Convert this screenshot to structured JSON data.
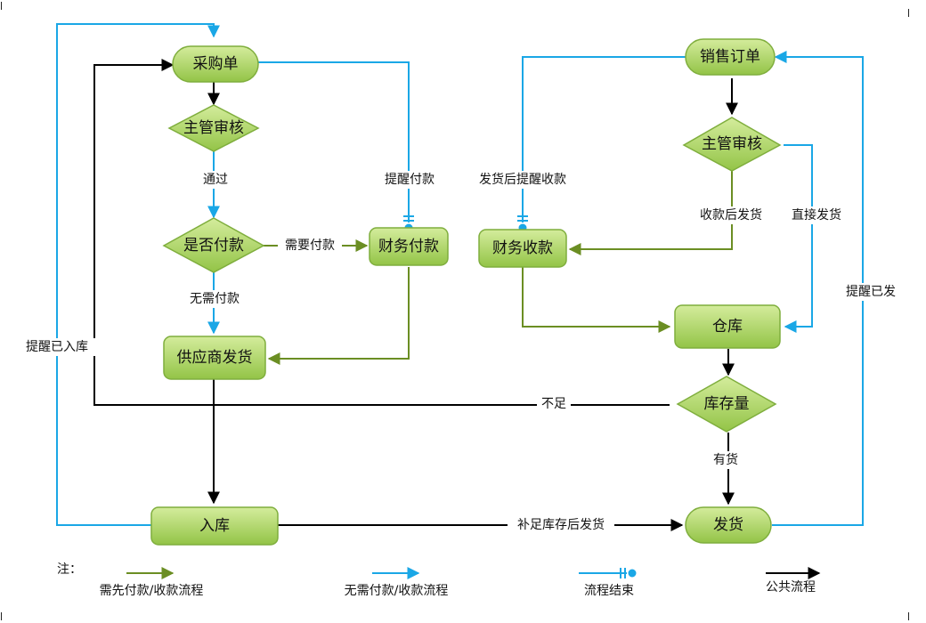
{
  "nodes": {
    "purchase_order": "采购单",
    "supervisor_review_left": "主管审核",
    "need_payment": "是否付款",
    "finance_payment": "财务付款",
    "supplier_ship": "供应商发货",
    "stock_in": "入库",
    "sales_order": "销售订单",
    "supervisor_review_right": "主管审核",
    "finance_receipt": "财务收款",
    "warehouse": "仓库",
    "stock_quantity": "库存量",
    "ship": "发货"
  },
  "edge_labels": {
    "passed": "通过",
    "need_pay": "需要付款",
    "no_need_pay": "无需付款",
    "remind_pay": "提醒付款",
    "remind_stock_in": "提醒已入库",
    "remind_receipt_after_ship": "发货后提醒收款",
    "ship_after_receipt": "收款后发货",
    "direct_ship": "直接发货",
    "remind_shipped": "提醒已发",
    "insufficient": "不足",
    "in_stock": "有货",
    "replenish_then_ship": "补足库存后发货"
  },
  "legend": {
    "title": "注：",
    "items": [
      {
        "label": "需先付款/收款流程",
        "color": "#6b8e23"
      },
      {
        "label": "无需付款/收款流程",
        "color": "#1aa7e6"
      },
      {
        "label": "流程结束",
        "color": "#1aa7e6"
      },
      {
        "label": "公共流程",
        "color": "#000000"
      }
    ]
  },
  "colors": {
    "green_line": "#6b8e23",
    "blue_line": "#1aa7e6",
    "black_line": "#000000",
    "node_fill_light": "#d4ec9c",
    "node_fill_dark": "#93c447",
    "node_stroke": "#7fae3d"
  }
}
